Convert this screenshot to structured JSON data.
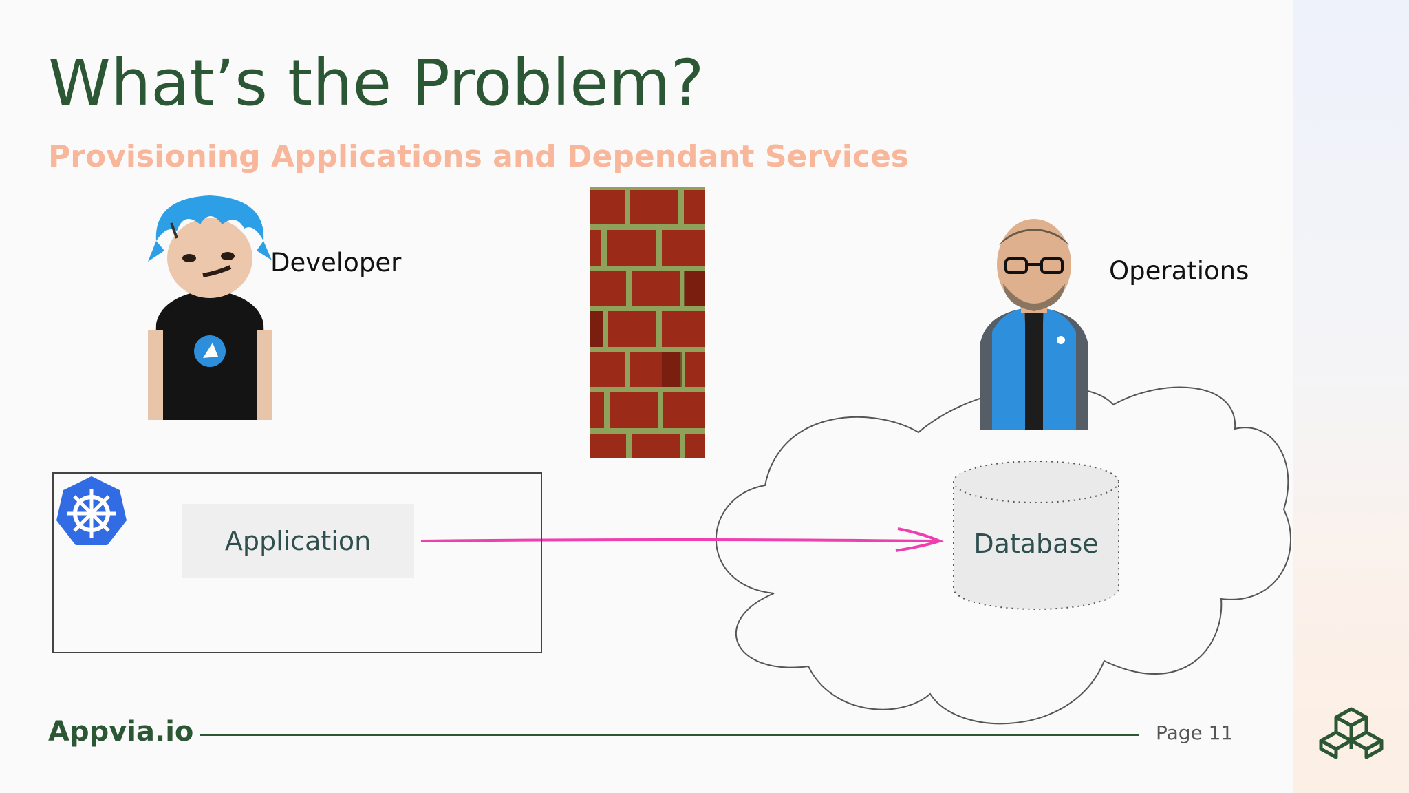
{
  "slide": {
    "title": "What’s the Problem?",
    "subtitle": "Provisioning Applications and Dependant Services"
  },
  "diagram": {
    "developer_label": "Developer",
    "operations_label": "Operations",
    "application_label": "Application",
    "database_label": "Database",
    "arrow_color": "#ee3fb0"
  },
  "footer": {
    "brand": "Appvia.io",
    "page": "Page 11"
  },
  "colors": {
    "title": "#2c5734",
    "subtitle": "#f8b79b",
    "kubernetes_blue": "#326ce5"
  },
  "icons": [
    "developer-avatar",
    "operations-avatar",
    "brick-wall",
    "kubernetes-icon",
    "cloud",
    "database-cylinder",
    "appvia-logo"
  ]
}
